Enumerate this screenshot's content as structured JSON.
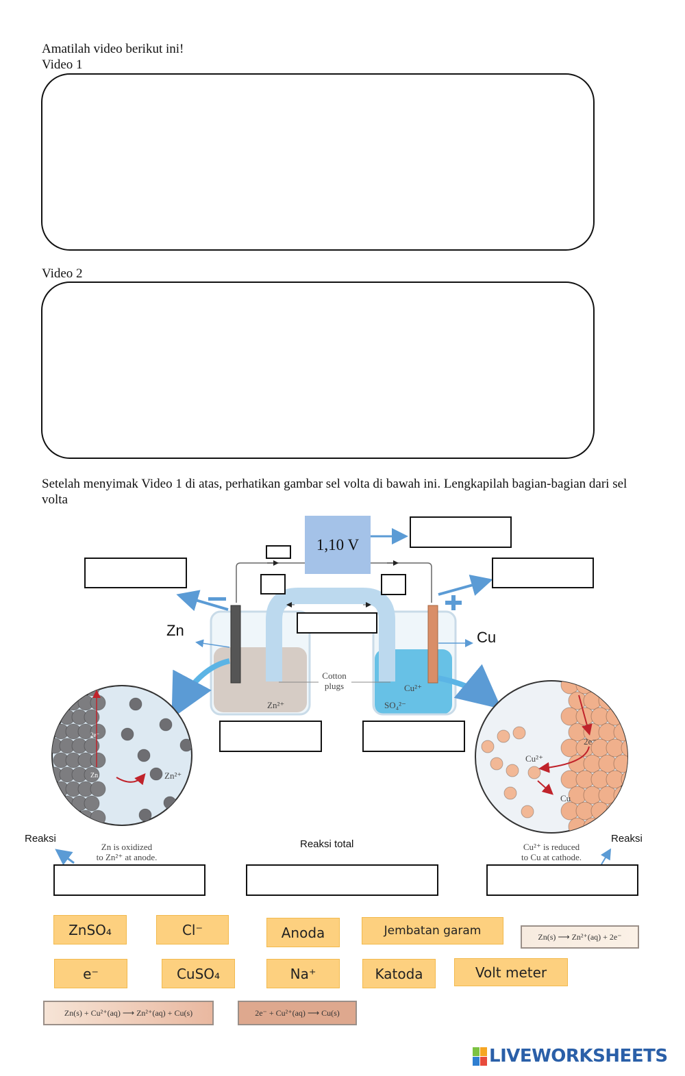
{
  "instructions": "Amatilah video berikut ini!",
  "video1_label": "Video 1",
  "video2_label": "Video 2",
  "paragraph": "Setelah menyimak Video 1 di atas, perhatikan gambar sel volta di bawah ini. Lengkapilah bagian-bagian dari sel volta",
  "diagram": {
    "voltmeter_reading": "1,10 V",
    "zn_label": "Zn",
    "cu_label": "Cu",
    "cotton_plugs": "Cotton\nplugs",
    "zn_ion": "Zn²⁺",
    "cu_ion": "Cu²⁺",
    "sulfate_ion": "SO₄²⁻",
    "left_circle_ion": "Zn²⁺",
    "left_circle_metal": "Zn",
    "left_circle_electron": "2e⁻",
    "right_circle_ion": "Cu²⁺",
    "right_circle_metal": "Cu",
    "right_circle_electron": "2e⁻",
    "left_caption_1": "Zn is oxidized",
    "left_caption_2": "to Zn²⁺ at anode.",
    "right_caption_1": "Cu²⁺ is reduced",
    "right_caption_2": "to Cu at cathode.",
    "reaksi_left": "Reaksi",
    "reaksi_total": "Reaksi total",
    "reaksi_right": "Reaksi",
    "colors": {
      "voltmeter": "#a4c2e8",
      "arrow": "#5b9bd5",
      "zn_solution": "#d9bfae",
      "cu_solution": "#2eaee0",
      "tile": "#fdd07f"
    }
  },
  "tiles": {
    "znso4": "ZnSO₄",
    "cl": "Cl⁻",
    "anoda": "Anoda",
    "jembatan": "Jembatan garam",
    "eq_anode": "Zn(s) ⟶ Zn²⁺(aq) + 2e⁻",
    "e": "e⁻",
    "cuso4": "CuSO₄",
    "na": "Na⁺",
    "katoda": "Katoda",
    "voltmeter": "Volt meter",
    "eq_total": "Zn(s) + Cu²⁺(aq) ⟶ Zn²⁺(aq) + Cu(s)",
    "eq_cathode": "2e⁻ + Cu²⁺(aq) ⟶ Cu(s)"
  },
  "logo": "LIVEWORKSHEETS"
}
